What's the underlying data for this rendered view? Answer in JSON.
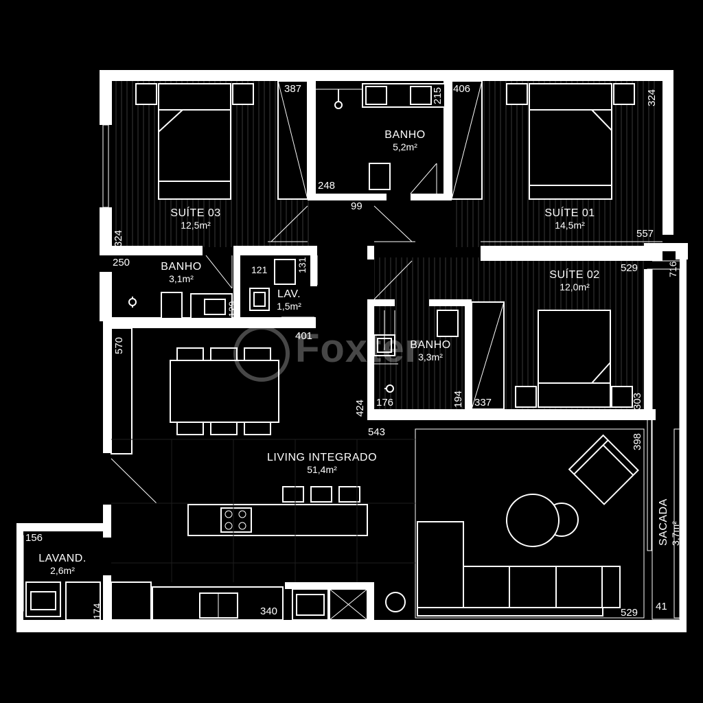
{
  "rooms": {
    "suite03": {
      "name": "SUÍTE 03",
      "area": "12,5m²"
    },
    "suite01": {
      "name": "SUÍTE 01",
      "area": "14,5m²"
    },
    "suite02": {
      "name": "SUÍTE 02",
      "area": "12,0m²"
    },
    "banho_top": {
      "name": "BANHO",
      "area": "5,2m²"
    },
    "banho_left": {
      "name": "BANHO",
      "area": "3,1m²"
    },
    "lav": {
      "name": "LAV.",
      "area": "1,5m²"
    },
    "banho_mid": {
      "name": "BANHO",
      "area": "3,3m²"
    },
    "living": {
      "name": "LIVING INTEGRADO",
      "area": "51,4m²"
    },
    "lavand": {
      "name": "LAVAND.",
      "area": "2,6m²"
    },
    "sacada": {
      "name": "SACADA",
      "area": "3,7m²"
    }
  },
  "dimensions": {
    "d387": "387",
    "d215": "215",
    "d406": "406",
    "d324a": "324",
    "d248": "248",
    "d99": "99",
    "d324b": "324",
    "d557": "557",
    "d250": "250",
    "d121": "121",
    "d131": "131",
    "d129": "129",
    "d529a": "529",
    "d716": "716",
    "d401": "401",
    "d570": "570",
    "d424": "424",
    "d176": "176",
    "d194": "194",
    "d337": "337",
    "d303": "303",
    "d543": "543",
    "d398": "398",
    "d156": "156",
    "d174": "174",
    "d340": "340",
    "d529b": "529",
    "d41": "41"
  },
  "watermark": "Foxter"
}
